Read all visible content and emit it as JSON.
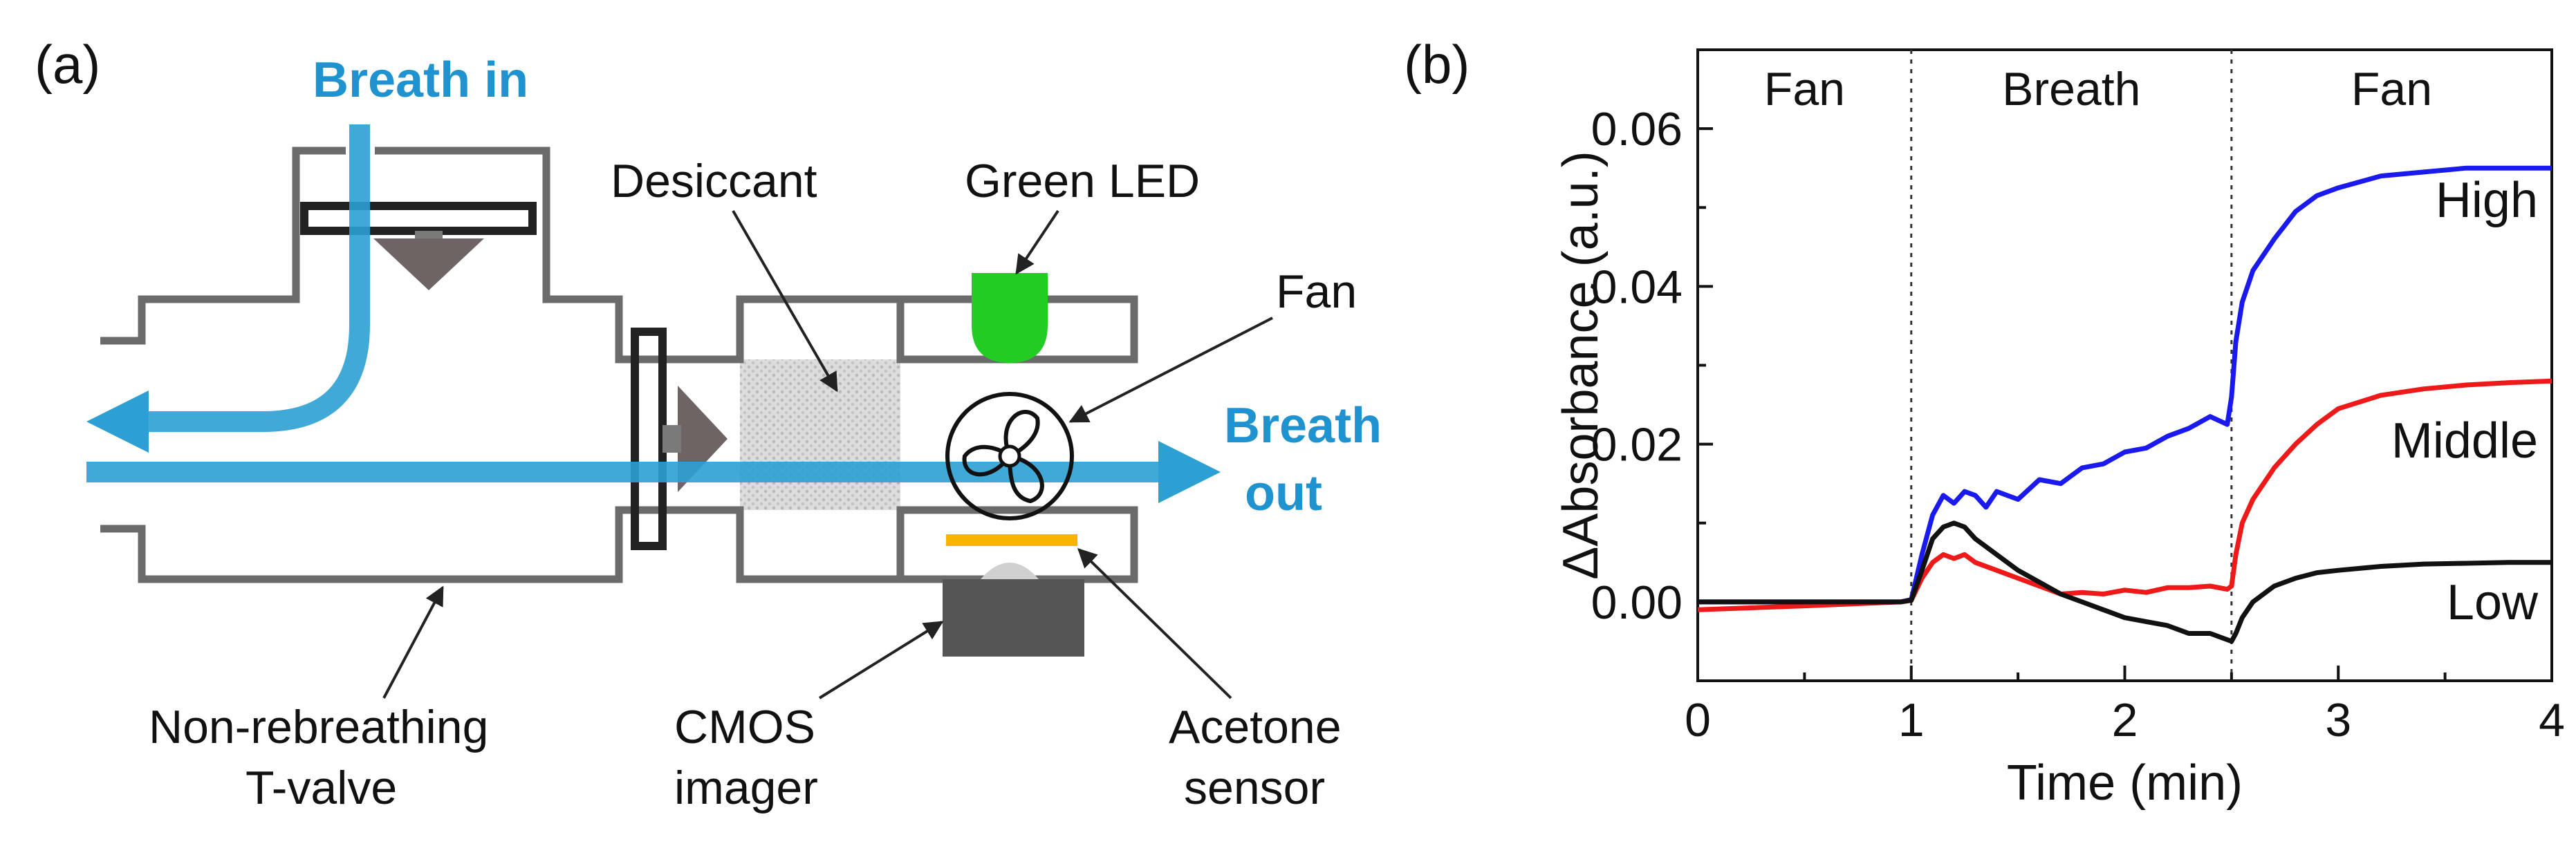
{
  "panel_a": {
    "panel_label": "(a)",
    "labels": {
      "breath_in": "Breath in",
      "breath_out_line1": "Breath",
      "breath_out_line2": "out",
      "desiccant": "Desiccant",
      "green_led": "Green LED",
      "fan": "Fan",
      "valve_line1": "Non-rebreathing",
      "valve_line2": "T-valve",
      "cmos_line1": "CMOS",
      "cmos_line2": "imager",
      "acetone_line1": "Acetone",
      "acetone_line2": "sensor"
    },
    "colors": {
      "airflow": "#2ca0d4",
      "airflow_text": "#1f93cf",
      "led": "#22cc22",
      "sensor": "#f7b500",
      "walls": "#6b6b6b",
      "imager": "#555555"
    }
  },
  "panel_b": {
    "panel_label": "(b)",
    "chart_data": {
      "type": "line",
      "xlabel": "Time (min)",
      "ylabel": "ΔAbsorbance (a.u.)",
      "xlim": [
        0,
        4
      ],
      "ylim": [
        -0.01,
        0.07
      ],
      "xticks": [
        0,
        1,
        2,
        3,
        4
      ],
      "xtick_labels": [
        "0",
        "1",
        "2",
        "3",
        "4"
      ],
      "yticks": [
        0.0,
        0.02,
        0.04,
        0.06
      ],
      "ytick_labels": [
        "0.00",
        "0.02",
        "0.04",
        "0.06"
      ],
      "phases": [
        {
          "label": "Fan",
          "start": 0,
          "end": 1
        },
        {
          "label": "Breath",
          "start": 1,
          "end": 2.5
        },
        {
          "label": "Fan",
          "start": 2.5,
          "end": 4
        }
      ],
      "phase_boundaries": [
        1,
        2.5
      ],
      "series": [
        {
          "name": "High",
          "color": "#1a1aee",
          "label_at": [
            3.6,
            0.051
          ],
          "x": [
            0,
            0.5,
            0.95,
            1.0,
            1.05,
            1.1,
            1.15,
            1.2,
            1.25,
            1.3,
            1.35,
            1.4,
            1.5,
            1.6,
            1.7,
            1.8,
            1.9,
            2.0,
            2.1,
            2.2,
            2.3,
            2.4,
            2.48,
            2.5,
            2.52,
            2.55,
            2.6,
            2.7,
            2.8,
            2.9,
            3.0,
            3.2,
            3.4,
            3.6,
            3.8,
            4.0
          ],
          "y": [
            0.0,
            0.0,
            0.0,
            0.0003,
            0.006,
            0.011,
            0.0135,
            0.0125,
            0.014,
            0.0135,
            0.012,
            0.014,
            0.013,
            0.0155,
            0.015,
            0.017,
            0.0175,
            0.019,
            0.0195,
            0.021,
            0.022,
            0.0235,
            0.0225,
            0.026,
            0.033,
            0.038,
            0.042,
            0.046,
            0.0495,
            0.0515,
            0.0525,
            0.054,
            0.0545,
            0.055,
            0.055,
            0.055
          ]
        },
        {
          "name": "Middle",
          "color": "#ee1a1a",
          "label_at": [
            3.6,
            0.0205
          ],
          "x": [
            0,
            0.5,
            0.95,
            1.0,
            1.05,
            1.1,
            1.15,
            1.2,
            1.25,
            1.3,
            1.4,
            1.5,
            1.6,
            1.7,
            1.8,
            1.9,
            2.0,
            2.1,
            2.2,
            2.3,
            2.4,
            2.48,
            2.5,
            2.52,
            2.55,
            2.6,
            2.7,
            2.8,
            2.9,
            3.0,
            3.2,
            3.4,
            3.6,
            3.8,
            4.0
          ],
          "y": [
            -0.001,
            -0.0005,
            0.0,
            0.0002,
            0.003,
            0.005,
            0.006,
            0.0055,
            0.006,
            0.005,
            0.004,
            0.003,
            0.002,
            0.001,
            0.0012,
            0.001,
            0.0015,
            0.0012,
            0.0018,
            0.0018,
            0.002,
            0.0016,
            0.002,
            0.006,
            0.01,
            0.013,
            0.017,
            0.02,
            0.0225,
            0.0245,
            0.0262,
            0.027,
            0.0275,
            0.0278,
            0.028
          ]
        },
        {
          "name": "Low",
          "color": "#111111",
          "label_at": [
            3.6,
            0.0,
            0.0
          ],
          "x": [
            0,
            0.5,
            0.95,
            1.0,
            1.05,
            1.1,
            1.15,
            1.2,
            1.25,
            1.3,
            1.4,
            1.5,
            1.6,
            1.7,
            1.8,
            1.9,
            2.0,
            2.1,
            2.2,
            2.3,
            2.4,
            2.5,
            2.52,
            2.55,
            2.6,
            2.7,
            2.8,
            2.9,
            3.0,
            3.2,
            3.4,
            3.6,
            3.8,
            4.0
          ],
          "y": [
            0.0,
            0.0,
            0.0,
            0.0002,
            0.004,
            0.008,
            0.0095,
            0.01,
            0.0095,
            0.008,
            0.006,
            0.004,
            0.0025,
            0.001,
            0.0,
            -0.001,
            -0.002,
            -0.0025,
            -0.003,
            -0.004,
            -0.004,
            -0.005,
            -0.004,
            -0.002,
            0.0,
            0.002,
            0.003,
            0.0037,
            0.004,
            0.0045,
            0.0048,
            0.0049,
            0.005,
            0.005
          ]
        }
      ]
    }
  }
}
